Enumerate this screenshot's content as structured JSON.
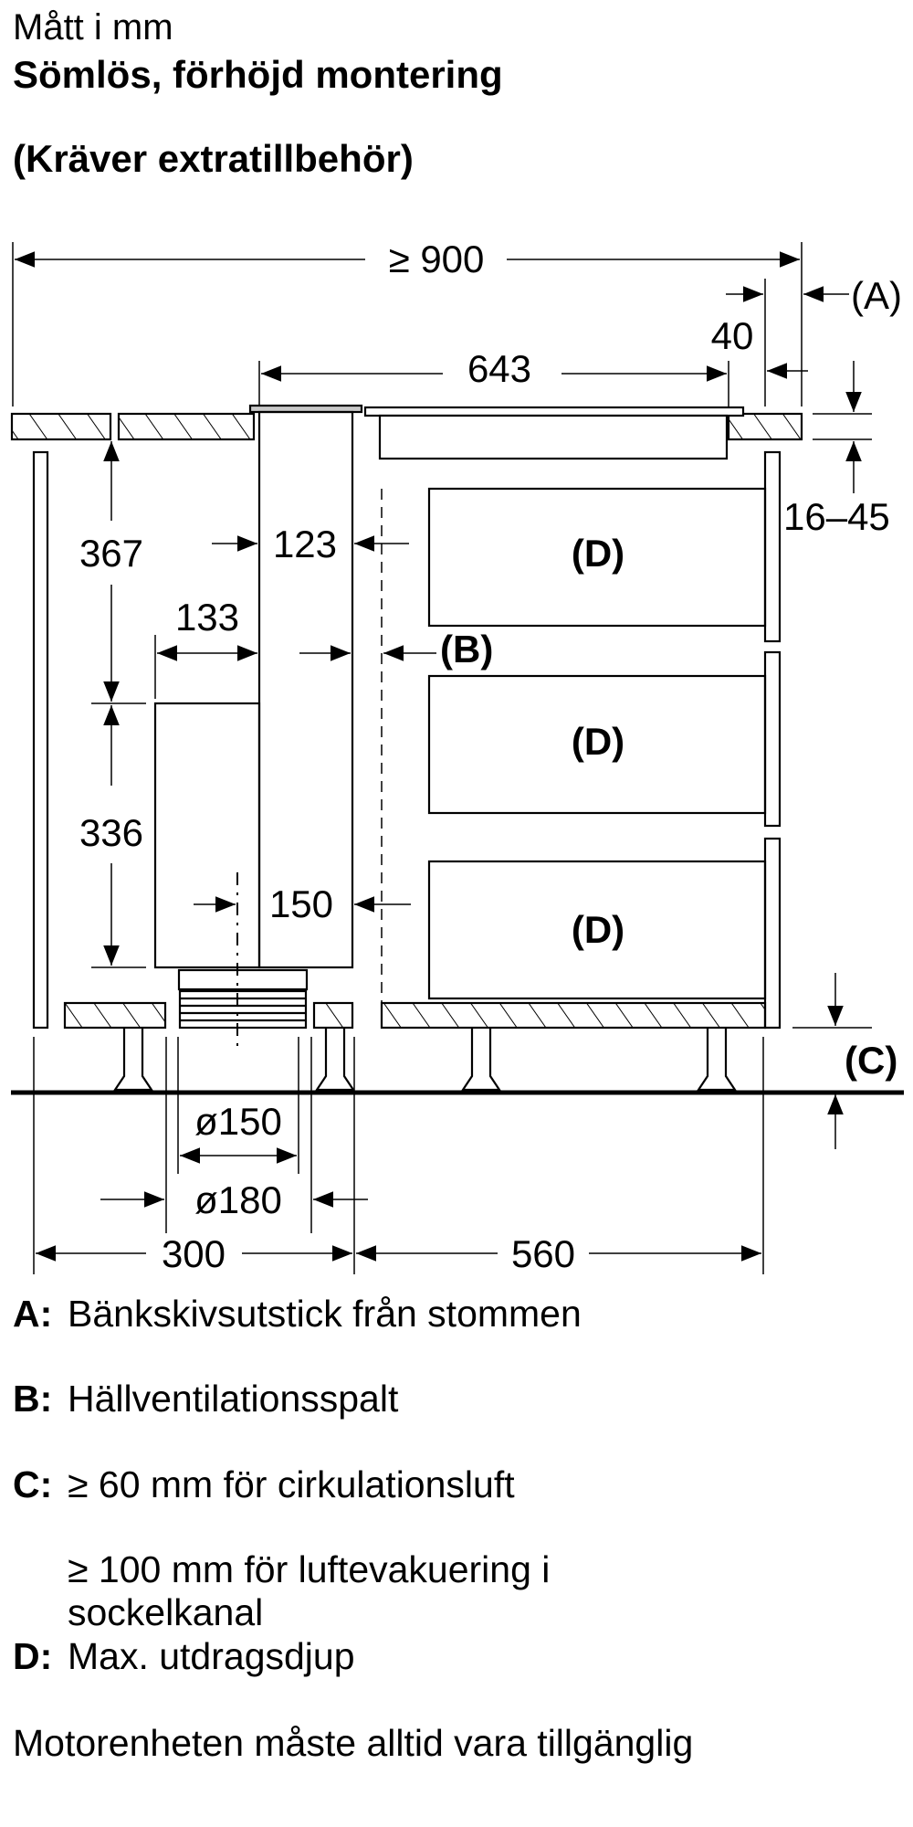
{
  "header": {
    "units": "Mått i mm",
    "title": "Sömlös, förhöjd montering",
    "note": "(Kräver extratillbehör)"
  },
  "dimensions": {
    "total_width": "≥ 900",
    "hob_width": "643",
    "overhang": "40",
    "worktop_thickness": "16–45",
    "height_upper": "367",
    "height_lower": "336",
    "motor_depth": "133",
    "duct_gap_top": "123",
    "duct_gap_bottom": "150",
    "filter_inner_diameter": "ø150",
    "filter_outer_diameter": "ø180",
    "cabinet_left_width": "300",
    "cabinet_right_width": "560"
  },
  "labels": {
    "A": "(A)",
    "B": "(B)",
    "C": "(C)",
    "D": "(D)"
  },
  "drawers": [
    "(D)",
    "(D)",
    "(D)"
  ],
  "legend": [
    {
      "key": "A:",
      "text": "Bänkskivsutstick från stommen"
    },
    {
      "key": "B:",
      "text": "Hällventilationsspalt"
    },
    {
      "key": "C:",
      "text": "≥ 60 mm för cirkulationsluft"
    },
    {
      "key": "",
      "text": "≥ 100 mm för luftevakuering i",
      "text2": "sockelkanal"
    },
    {
      "key": "D:",
      "text": "Max. utdragsdjup"
    }
  ],
  "footer": "Motorenheten måste alltid vara tillgänglig",
  "colors": {
    "line": "#000000",
    "vent_fill": "#c8c8c8",
    "background": "#ffffff"
  }
}
